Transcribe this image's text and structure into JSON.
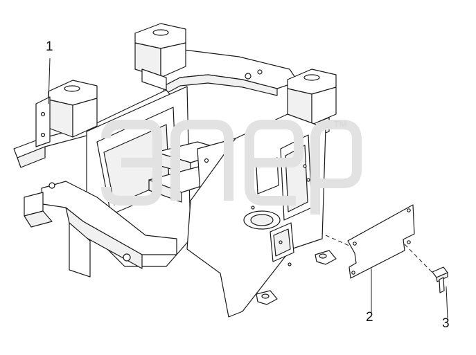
{
  "callouts": [
    {
      "number": "1"
    },
    {
      "number": "2"
    },
    {
      "number": "3"
    }
  ],
  "watermark": {
    "mark": "™",
    "color": "#e2e2e2"
  },
  "line_color": "#1a1a1a",
  "fill_color": "#ffffff",
  "shade_color": "#f1f1f1"
}
